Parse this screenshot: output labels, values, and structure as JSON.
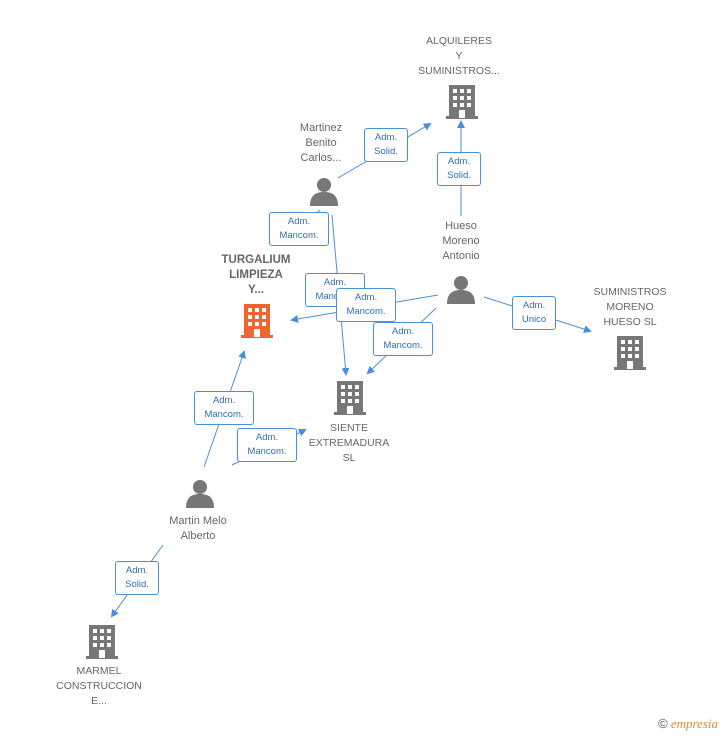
{
  "colors": {
    "edge": "#4a90d9",
    "icon_gray": "#777777",
    "focus": "#f26430",
    "text": "#666666"
  },
  "nodes": {
    "alquileres": {
      "label": "ALQUILERES\nY\nSUMINISTROS...",
      "icon": "building-icon"
    },
    "martinez": {
      "label": "Martinez\nBenito\nCarlos...",
      "icon": "person-icon"
    },
    "hueso": {
      "label": "Hueso\nMoreno\nAntonio",
      "icon": "person-icon"
    },
    "turgalium": {
      "label": "TURGALIUM\nLIMPIEZA\nY...",
      "icon": "building-icon"
    },
    "suministros": {
      "label": "SUMINISTROS\nMORENO\nHUESO  SL",
      "icon": "building-icon"
    },
    "siente": {
      "label": "SIENTE\nEXTREMADURA\nSL",
      "icon": "building-icon"
    },
    "martin": {
      "label": "Martin Melo\nAlberto",
      "icon": "person-icon"
    },
    "marmel": {
      "label": "MARMEL\nCONSTRUCCION\nE...",
      "icon": "building-icon"
    }
  },
  "edges": {
    "martinez_alquileres": {
      "l1": "Adm.",
      "l2": "Solid."
    },
    "hueso_alquileres": {
      "l1": "Adm.",
      "l2": "Solid."
    },
    "martinez_turgalium": {
      "l1": "Adm.",
      "l2": "Mancom."
    },
    "martinez_siente": {
      "l1": "Adm.",
      "l2": "Mancom."
    },
    "hueso_turgalium": {
      "l1": "Adm.",
      "l2": "Mancom."
    },
    "hueso_siente": {
      "l1": "Adm.",
      "l2": "Mancom."
    },
    "hueso_suministros": {
      "l1": "Adm.",
      "l2": "Unico"
    },
    "martin_turgalium": {
      "l1": "Adm.",
      "l2": "Mancom."
    },
    "martin_siente": {
      "l1": "Adm.",
      "l2": "Mancom."
    },
    "martin_marmel": {
      "l1": "Adm.",
      "l2": "Solid."
    }
  },
  "footer": {
    "copyright": "©",
    "brand": "empresia"
  }
}
